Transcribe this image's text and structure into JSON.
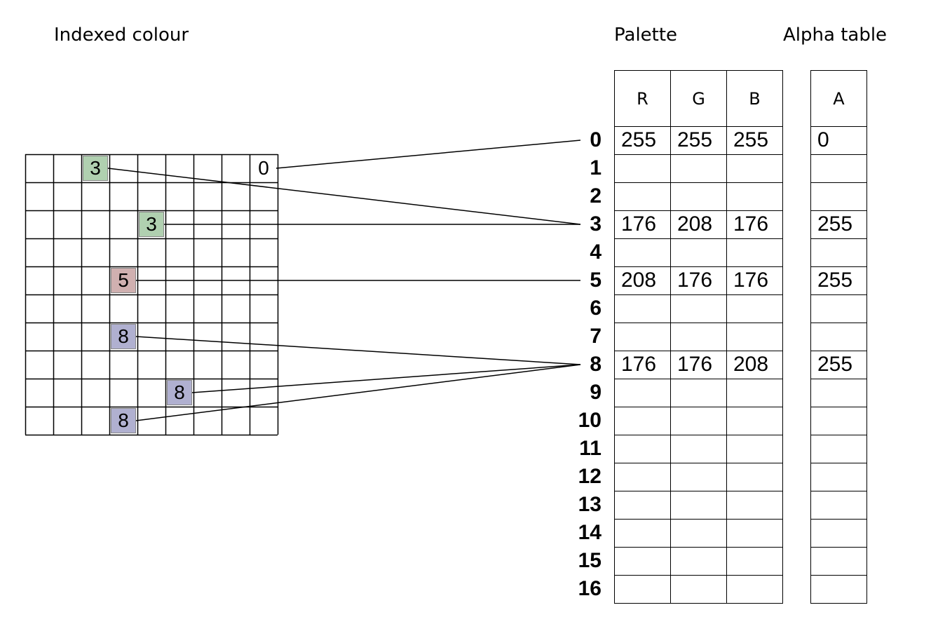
{
  "titles": {
    "indexed": "Indexed colour",
    "palette": "Palette",
    "alpha": "Alpha table"
  },
  "palette_headers": [
    "R",
    "G",
    "B"
  ],
  "alpha_header": "A",
  "indices": [
    "0",
    "1",
    "2",
    "3",
    "4",
    "5",
    "6",
    "7",
    "8",
    "9",
    "10",
    "11",
    "12",
    "13",
    "14",
    "15",
    "16"
  ],
  "palette_rows": {
    "0": [
      "255",
      "255",
      "255"
    ],
    "3": [
      "176",
      "208",
      "176"
    ],
    "5": [
      "208",
      "176",
      "176"
    ],
    "8": [
      "176",
      "176",
      "208"
    ]
  },
  "alpha_rows": {
    "0": "0",
    "3": "255",
    "5": "255",
    "8": "255"
  },
  "image_grid": {
    "rows": 10,
    "cols": 9,
    "pixels": [
      {
        "row": 0,
        "col": 2,
        "value": "3",
        "color": "#b0d0b0"
      },
      {
        "row": 0,
        "col": 8,
        "value": "0",
        "color": "#ffffff"
      },
      {
        "row": 2,
        "col": 4,
        "value": "3",
        "color": "#b0d0b0"
      },
      {
        "row": 4,
        "col": 3,
        "value": "5",
        "color": "#d0b0b0"
      },
      {
        "row": 6,
        "col": 3,
        "value": "8",
        "color": "#b0b0d0"
      },
      {
        "row": 8,
        "col": 5,
        "value": "8",
        "color": "#b0b0d0"
      },
      {
        "row": 9,
        "col": 3,
        "value": "8",
        "color": "#b0b0d0"
      }
    ]
  }
}
